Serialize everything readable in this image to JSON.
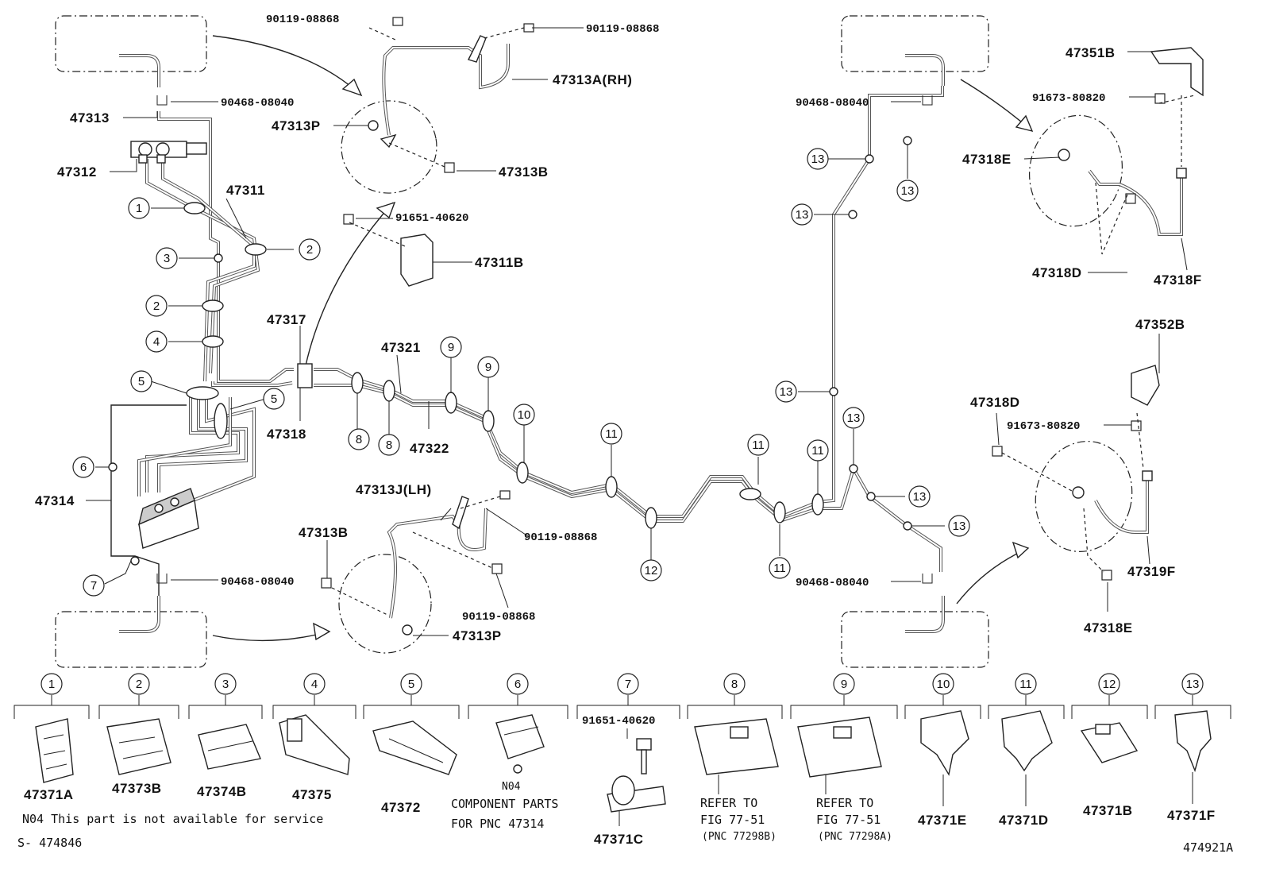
{
  "part_labels": {
    "p_47313": "47313",
    "p_47312": "47312",
    "p_47311": "47311",
    "p_47317": "47317",
    "p_47318": "47318",
    "p_47314": "47314",
    "p_47321": "47321",
    "p_47322": "47322",
    "p_47313A": "47313A(RH)",
    "p_47313P_top": "47313P",
    "p_47313B_top": "47313B",
    "p_47311B": "47311B",
    "p_47313J": "47313J(LH)",
    "p_47313B_bot": "47313B",
    "p_47313P_bot": "47313P",
    "p_47351B": "47351B",
    "p_47318E_top": "47318E",
    "p_47318D_top": "47318D",
    "p_47318F": "47318F",
    "p_47352B": "47352B",
    "p_47318D_bot": "47318D",
    "p_47319F": "47319F",
    "p_47318E_bot": "47318E"
  },
  "small_labels": {
    "s_90119_a": "90119-08868",
    "s_90119_b": "90119-08868",
    "s_90468_a": "90468-08040",
    "s_91651_a": "91651-40620",
    "s_90119_c": "90119-08868",
    "s_90119_d": "90119-08868",
    "s_90468_b": "90468-08040",
    "s_90468_c": "90468-08040",
    "s_91673_a": "91673-80820",
    "s_91673_b": "91673-80820",
    "s_90468_d": "90468-08040"
  },
  "callouts": {
    "c1": "1",
    "c2a": "2",
    "c3": "3",
    "c2b": "2",
    "c4": "4",
    "c5a": "5",
    "c5b": "5",
    "c6": "6",
    "c7": "7",
    "c8a": "8",
    "c8b": "8",
    "c9a": "9",
    "c9b": "9",
    "c10": "10",
    "c11a": "11",
    "c11b": "11",
    "c11c": "11",
    "c11d": "11",
    "c12": "12",
    "c13a": "13",
    "c13b": "13",
    "c13c": "13",
    "c13d": "13",
    "c13e": "13",
    "c13f": "13",
    "c13g": "13"
  },
  "legend": [
    {
      "num": "1",
      "part": "47371A"
    },
    {
      "num": "2",
      "part": "47373B"
    },
    {
      "num": "3",
      "part": "47374B"
    },
    {
      "num": "4",
      "part": "47375"
    },
    {
      "num": "5",
      "part": "47372"
    },
    {
      "num": "6",
      "part": "N04",
      "note1": "COMPONENT PARTS",
      "note2": "FOR PNC 47314"
    },
    {
      "num": "7",
      "part": "47371C",
      "bolt": "91651-40620"
    },
    {
      "num": "8",
      "note1": "REFER TO",
      "note2": "FIG 77-51",
      "note3": "(PNC 77298B)"
    },
    {
      "num": "9",
      "note1": "REFER TO",
      "note2": "FIG 77-51",
      "note3": "(PNC 77298A)"
    },
    {
      "num": "10",
      "part": "47371E"
    },
    {
      "num": "11",
      "part": "47371D"
    },
    {
      "num": "12",
      "part": "47371B"
    },
    {
      "num": "13",
      "part": "47371F"
    }
  ],
  "footer": {
    "n04_note": "N04 This part is not available for service",
    "ref_left": "S- 474846",
    "ref_right": "474921A"
  }
}
